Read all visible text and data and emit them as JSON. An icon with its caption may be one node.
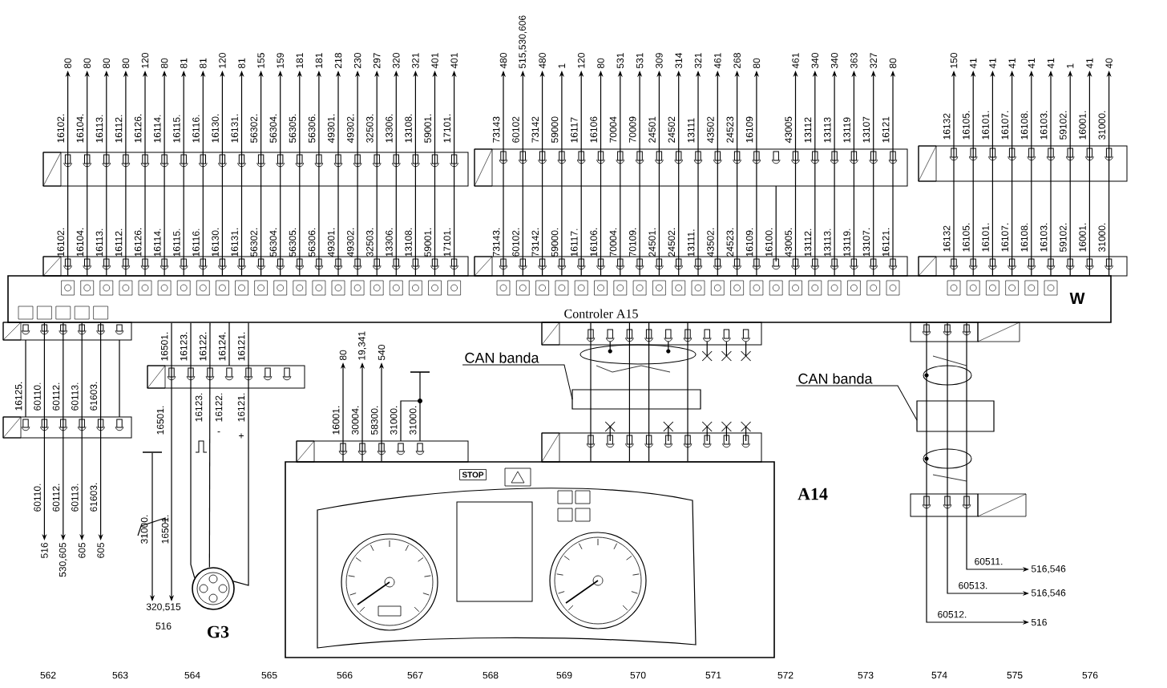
{
  "diagram": {
    "nodes": [
      {
        "text": [
          "Controler A15",
          "W"
        ]
      },
      {
        "text": [
          "A14"
        ]
      },
      {
        "text": [
          "G3"
        ]
      },
      {
        "text": [],
        "shape": "switch"
      },
      {
        "text": [
          "CAN banda"
        ]
      },
      {
        "text": [
          "CAN banda"
        ]
      },
      {
        "text": [
          "80"
        ]
      },
      {
        "text": [
          "80"
        ]
      },
      {
        "text": [
          "80"
        ]
      },
      {
        "text": [
          "80"
        ]
      },
      {
        "text": [
          "120"
        ]
      },
      {
        "text": [
          "80"
        ]
      },
      {
        "text": [
          "81"
        ]
      },
      {
        "text": [
          "81"
        ]
      },
      {
        "text": [
          "120"
        ]
      },
      {
        "text": [
          "81"
        ]
      },
      {
        "text": [
          "155"
        ]
      },
      {
        "text": [
          "159"
        ]
      },
      {
        "text": [
          "181"
        ]
      },
      {
        "text": [
          "181"
        ]
      },
      {
        "text": [
          "218"
        ]
      },
      {
        "text": [
          "230"
        ]
      },
      {
        "text": [
          "297"
        ]
      },
      {
        "text": [
          "320"
        ]
      },
      {
        "text": [
          "321"
        ]
      },
      {
        "text": [
          "401"
        ]
      },
      {
        "text": [
          "401"
        ]
      },
      {
        "text": [
          "480"
        ]
      },
      {
        "text": [
          "515,530,606"
        ]
      },
      {
        "text": [
          "480"
        ]
      },
      {
        "text": [
          "1"
        ]
      },
      {
        "text": [
          "120"
        ]
      },
      {
        "text": [
          "80"
        ]
      },
      {
        "text": [
          "531"
        ]
      },
      {
        "text": [
          "531"
        ]
      },
      {
        "text": [
          "309"
        ]
      },
      {
        "text": [
          "314"
        ]
      },
      {
        "text": [
          "321"
        ]
      },
      {
        "text": [
          "461"
        ]
      },
      {
        "text": [
          "268"
        ]
      },
      {
        "text": [
          "80"
        ]
      },
      {
        "text": [
          "461"
        ]
      },
      {
        "text": [
          "340"
        ]
      },
      {
        "text": [
          "340"
        ]
      },
      {
        "text": [
          "363"
        ]
      },
      {
        "text": [
          "327"
        ]
      },
      {
        "text": [
          "80"
        ]
      },
      {
        "text": [
          "150"
        ]
      },
      {
        "text": [
          "41"
        ]
      },
      {
        "text": [
          "41"
        ]
      },
      {
        "text": [
          "41"
        ]
      },
      {
        "text": [
          "41"
        ]
      },
      {
        "text": [
          "41"
        ]
      },
      {
        "text": [
          "1"
        ]
      },
      {
        "text": [
          "41"
        ]
      },
      {
        "text": [
          "40"
        ]
      },
      {
        "text": [
          "516"
        ]
      },
      {
        "text": [
          "530,605"
        ]
      },
      {
        "text": [
          "605"
        ]
      },
      {
        "text": [
          "605"
        ]
      },
      {
        "text": [
          "320,515 516"
        ]
      },
      {
        "text": [
          "80"
        ]
      },
      {
        "text": [
          "19,341"
        ]
      },
      {
        "text": [
          "540"
        ]
      },
      {
        "text": [
          "516,546"
        ]
      },
      {
        "text": [
          "516,546"
        ]
      },
      {
        "text": [
          "516"
        ]
      }
    ],
    "edges": [
      {
        "from": 0,
        "to": 6,
        "arrow": "to"
      },
      {
        "from": 0,
        "to": 7,
        "arrow": "to"
      },
      {
        "from": 0,
        "to": 8,
        "arrow": "to"
      },
      {
        "from": 0,
        "to": 9,
        "arrow": "to"
      },
      {
        "from": 0,
        "to": 10,
        "arrow": "to"
      },
      {
        "from": 0,
        "to": 11,
        "arrow": "to"
      },
      {
        "from": 0,
        "to": 12,
        "arrow": "to"
      },
      {
        "from": 0,
        "to": 13,
        "arrow": "to"
      },
      {
        "from": 0,
        "to": 14,
        "arrow": "to"
      },
      {
        "from": 0,
        "to": 15,
        "arrow": "to"
      },
      {
        "from": 0,
        "to": 16,
        "arrow": "to"
      },
      {
        "from": 0,
        "to": 17,
        "arrow": "to"
      },
      {
        "from": 0,
        "to": 18,
        "arrow": "to"
      },
      {
        "from": 0,
        "to": 19,
        "arrow": "to"
      },
      {
        "from": 0,
        "to": 20,
        "arrow": "to"
      },
      {
        "from": 0,
        "to": 21,
        "arrow": "to"
      },
      {
        "from": 0,
        "to": 22,
        "arrow": "to"
      },
      {
        "from": 0,
        "to": 23,
        "arrow": "to"
      },
      {
        "from": 0,
        "to": 24,
        "arrow": "to"
      },
      {
        "from": 0,
        "to": 25,
        "arrow": "to"
      },
      {
        "from": 0,
        "to": 26,
        "arrow": "to"
      },
      {
        "from": 0,
        "to": 27,
        "arrow": "to"
      },
      {
        "from": 0,
        "to": 28,
        "arrow": "to"
      },
      {
        "from": 0,
        "to": 29,
        "arrow": "to"
      },
      {
        "from": 0,
        "to": 30,
        "arrow": "to"
      },
      {
        "from": 0,
        "to": 31,
        "arrow": "to"
      },
      {
        "from": 0,
        "to": 32,
        "arrow": "to"
      },
      {
        "from": 0,
        "to": 33,
        "arrow": "to"
      },
      {
        "from": 0,
        "to": 34,
        "arrow": "to"
      },
      {
        "from": 0,
        "to": 35,
        "arrow": "to"
      },
      {
        "from": 0,
        "to": 36,
        "arrow": "to"
      },
      {
        "from": 0,
        "to": 37,
        "arrow": "to"
      },
      {
        "from": 0,
        "to": 38,
        "arrow": "to"
      },
      {
        "from": 0,
        "to": 39,
        "arrow": "to"
      },
      {
        "from": 0,
        "to": 40,
        "arrow": "to"
      },
      {
        "from": 0,
        "to": 41,
        "arrow": "to"
      },
      {
        "from": 0,
        "to": 42,
        "arrow": "to"
      },
      {
        "from": 0,
        "to": 43,
        "arrow": "to"
      },
      {
        "from": 0,
        "to": 44,
        "arrow": "to"
      },
      {
        "from": 0,
        "to": 45,
        "arrow": "to"
      },
      {
        "from": 0,
        "to": 46,
        "arrow": "to"
      },
      {
        "from": 0,
        "to": 47,
        "arrow": "to"
      },
      {
        "from": 0,
        "to": 48,
        "arrow": "to"
      },
      {
        "from": 0,
        "to": 49,
        "arrow": "to"
      },
      {
        "from": 0,
        "to": 50,
        "arrow": "to"
      },
      {
        "from": 0,
        "to": 51,
        "arrow": "to"
      },
      {
        "from": 0,
        "to": 52,
        "arrow": "to"
      },
      {
        "from": 0,
        "to": 53,
        "arrow": "to"
      },
      {
        "from": 0,
        "to": 54,
        "arrow": "to"
      },
      {
        "from": 0,
        "to": 55,
        "arrow": "to"
      },
      {
        "from": 0,
        "to": 56,
        "arrow": "to"
      },
      {
        "from": 0,
        "to": 57,
        "arrow": "to"
      },
      {
        "from": 0,
        "to": 58,
        "arrow": "to"
      },
      {
        "from": 0,
        "to": 59,
        "arrow": "to"
      },
      {
        "from": 0,
        "to": 60,
        "arrow": "to"
      },
      {
        "from": 3,
        "to": 60,
        "arrow": "to"
      },
      {
        "from": 0,
        "to": 2,
        "arrow": "none"
      },
      {
        "from": 0,
        "to": 2,
        "arrow": "none"
      },
      {
        "from": 0,
        "to": 2,
        "arrow": "none"
      },
      {
        "from": 1,
        "to": 61,
        "arrow": "to"
      },
      {
        "from": 1,
        "to": 62,
        "arrow": "to"
      },
      {
        "from": 1,
        "to": 63,
        "arrow": "to"
      },
      {
        "from": 0,
        "to": 1,
        "arrow": "none"
      },
      {
        "from": 0,
        "to": 1,
        "arrow": "none"
      },
      {
        "from": 0,
        "to": 1,
        "arrow": "none"
      },
      {
        "from": 0,
        "to": 1,
        "arrow": "none"
      },
      {
        "from": 4,
        "to": null,
        "arrow": "none"
      },
      {
        "from": 5,
        "to": null,
        "arrow": "none"
      },
      {
        "from": 0,
        "to": 64,
        "arrow": "to"
      },
      {
        "from": 0,
        "to": 65,
        "arrow": "to"
      },
      {
        "from": 0,
        "to": 66,
        "arrow": "to"
      }
    ],
    "labels": [
      "16102.",
      "16104.",
      "16113.",
      "16112.",
      "16126.",
      "16114.",
      "16115.",
      "16116.",
      "16130.",
      "16131.",
      "56302.",
      "56304.",
      "56305.",
      "56306.",
      "49301.",
      "49302.",
      "32503.",
      "13306.",
      "13108.",
      "59001.",
      "17101.",
      "73143",
      "60102",
      "73142",
      "59000",
      "16117",
      "16106",
      "70004",
      "70009",
      "24501",
      "24502",
      "13111",
      "43502",
      "24523",
      "16109",
      "43005",
      "13112",
      "13113",
      "13119",
      "13107",
      "16121",
      "16132",
      "16105.",
      "16101.",
      "16107.",
      "16108.",
      "16103.",
      "59102.",
      "16001.",
      "31000.",
      "16102.",
      "16104.",
      "16113.",
      "16112.",
      "16126.",
      "16114.",
      "16115.",
      "16116.",
      "16130.",
      "16131.",
      "56302.",
      "56304.",
      "56305.",
      "56306.",
      "49301.",
      "49302.",
      "32503.",
      "13306.",
      "13108.",
      "59001.",
      "17101.",
      "73143.",
      "60102.",
      "73142.",
      "59000.",
      "16117.",
      "16106.",
      "70004.",
      "70109.",
      "24501.",
      "24502.",
      "13111.",
      "43502.",
      "24523.",
      "16109.",
      "16100.",
      "43005.",
      "13112.",
      "13113.",
      "13119.",
      "13107.",
      "16121.",
      "16132",
      "16105.",
      "16101.",
      "16107.",
      "16108.",
      "16103.",
      "59102.",
      "16001.",
      "31000.",
      "16125.",
      "60110.",
      "60112.",
      "60113.",
      "61603.",
      "60110.",
      "60112.",
      "60113.",
      "61603.",
      "16501.",
      "16123.",
      "16122.",
      "16124.",
      "16121.",
      "16501.",
      "16123.",
      "16122.",
      "-",
      "16121.",
      "+",
      "31000.",
      "16501.",
      "16001.",
      "30004.",
      "58300.",
      "31000.",
      "31000.",
      "60511.",
      "60513.",
      "60512.",
      "STOP",
      "562",
      "563",
      "564",
      "565",
      "566",
      "567",
      "568",
      "569",
      "570",
      "571",
      "572",
      "573",
      "574",
      "575",
      "576"
    ]
  }
}
